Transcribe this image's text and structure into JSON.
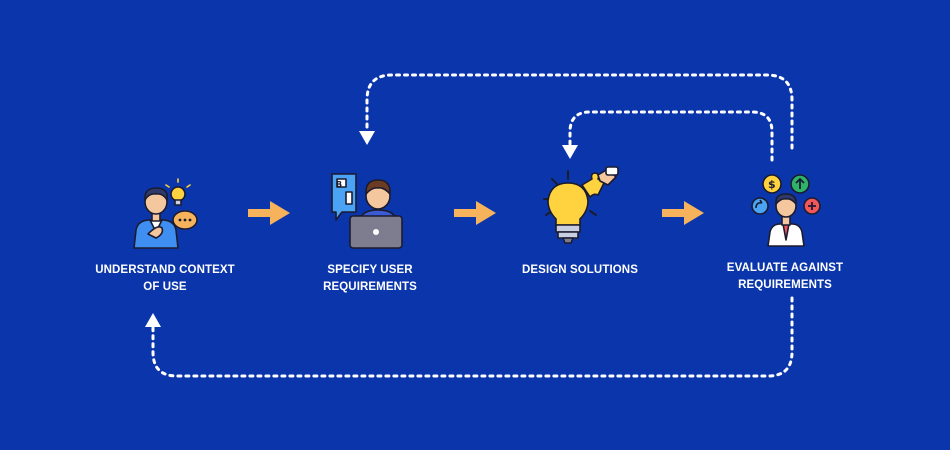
{
  "colors": {
    "background": "#0b36ab",
    "arrow": "#f7b35b",
    "dotted_line": "#ffffff",
    "label": "#ffffff"
  },
  "steps": [
    {
      "label": "UNDERSTAND CONTEXT\nOF USE",
      "icon": "thinking-person-icon"
    },
    {
      "label": "SPECIFY USER\nREQUIREMENTS",
      "icon": "person-laptop-icon"
    },
    {
      "label": "DESIGN SOLUTIONS",
      "icon": "lightbulb-puzzle-icon"
    },
    {
      "label": "EVALUATE AGAINST\nREQUIREMENTS",
      "icon": "evaluator-person-icon"
    }
  ]
}
